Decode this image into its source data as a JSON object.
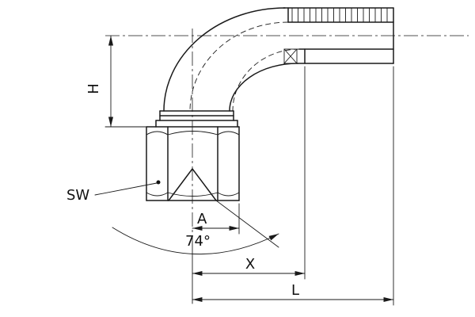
{
  "colors": {
    "line": "#1a1a1a",
    "background": "#ffffff"
  },
  "labels": {
    "h": "H",
    "sw": "SW",
    "a": "A",
    "angle": "74°",
    "x": "X",
    "l": "L"
  }
}
